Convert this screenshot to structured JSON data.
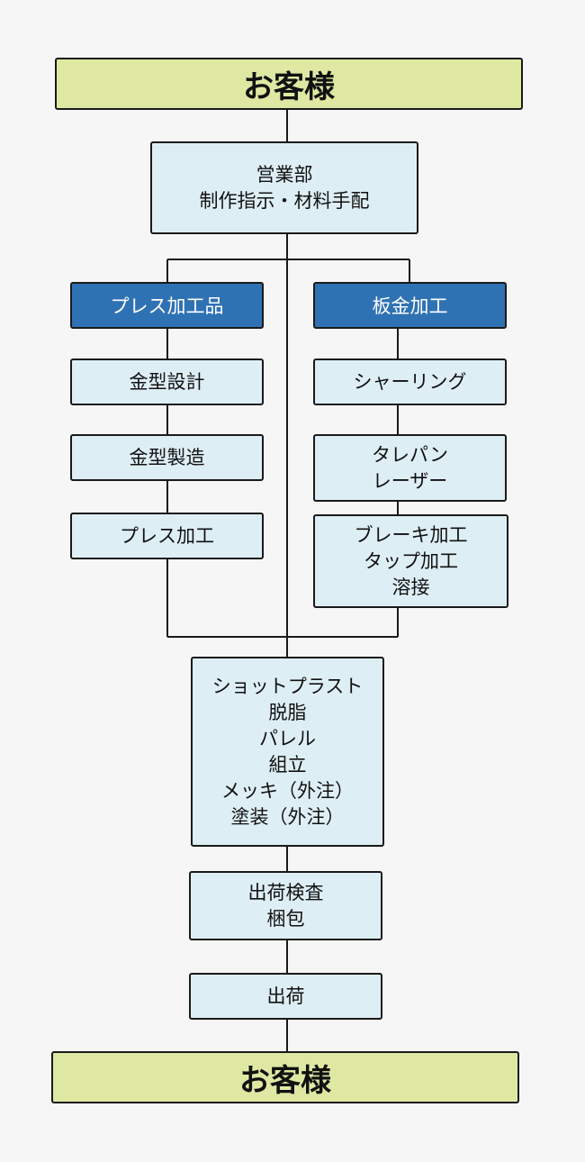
{
  "customer_top": "お客様",
  "sales": [
    "営業部",
    "制作指示・材料手配"
  ],
  "press": {
    "header": "プレス加工品",
    "steps": [
      [
        "金型設計"
      ],
      [
        "金型製造"
      ],
      [
        "プレス加工"
      ]
    ]
  },
  "sheet": {
    "header": "板金加工",
    "steps": [
      [
        "シャーリング"
      ],
      [
        "タレパン",
        "レーザー"
      ],
      [
        "ブレーキ加工",
        "タップ加工",
        "溶接"
      ]
    ]
  },
  "finishing": [
    "ショットプラスト",
    "脱脂",
    "パレル",
    "組立",
    "メッキ（外注）",
    "塗装（外注）"
  ],
  "inspection": [
    "出荷検査",
    "梱包"
  ],
  "shipping": "出荷",
  "customer_bottom": "お客様"
}
